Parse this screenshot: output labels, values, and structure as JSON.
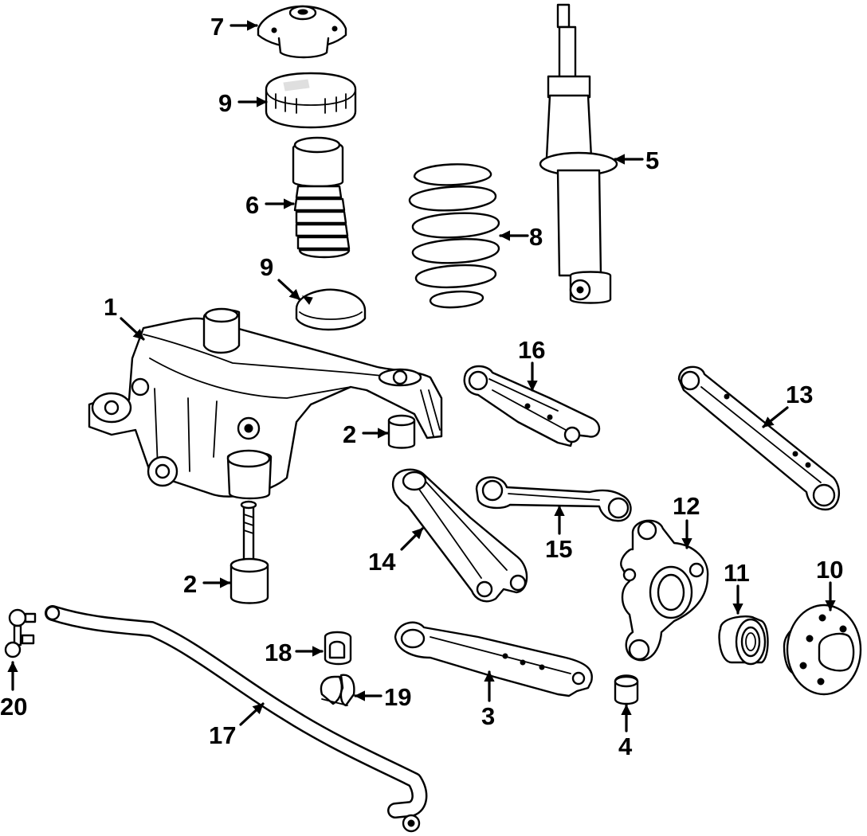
{
  "callouts": [
    {
      "id": "c1",
      "label": "1"
    },
    {
      "id": "c2a",
      "label": "2"
    },
    {
      "id": "c2b",
      "label": "2"
    },
    {
      "id": "c3",
      "label": "3"
    },
    {
      "id": "c4",
      "label": "4"
    },
    {
      "id": "c5",
      "label": "5"
    },
    {
      "id": "c6",
      "label": "6"
    },
    {
      "id": "c7",
      "label": "7"
    },
    {
      "id": "c8",
      "label": "8"
    },
    {
      "id": "c9a",
      "label": "9"
    },
    {
      "id": "c9b",
      "label": "9"
    },
    {
      "id": "c10",
      "label": "10"
    },
    {
      "id": "c11",
      "label": "11"
    },
    {
      "id": "c12",
      "label": "12"
    },
    {
      "id": "c13",
      "label": "13"
    },
    {
      "id": "c14",
      "label": "14"
    },
    {
      "id": "c15",
      "label": "15"
    },
    {
      "id": "c16",
      "label": "16"
    },
    {
      "id": "c17",
      "label": "17"
    },
    {
      "id": "c18",
      "label": "18"
    },
    {
      "id": "c19",
      "label": "19"
    },
    {
      "id": "c20",
      "label": "20"
    }
  ],
  "colors": {
    "line": "#000000",
    "background": "#ffffff"
  }
}
